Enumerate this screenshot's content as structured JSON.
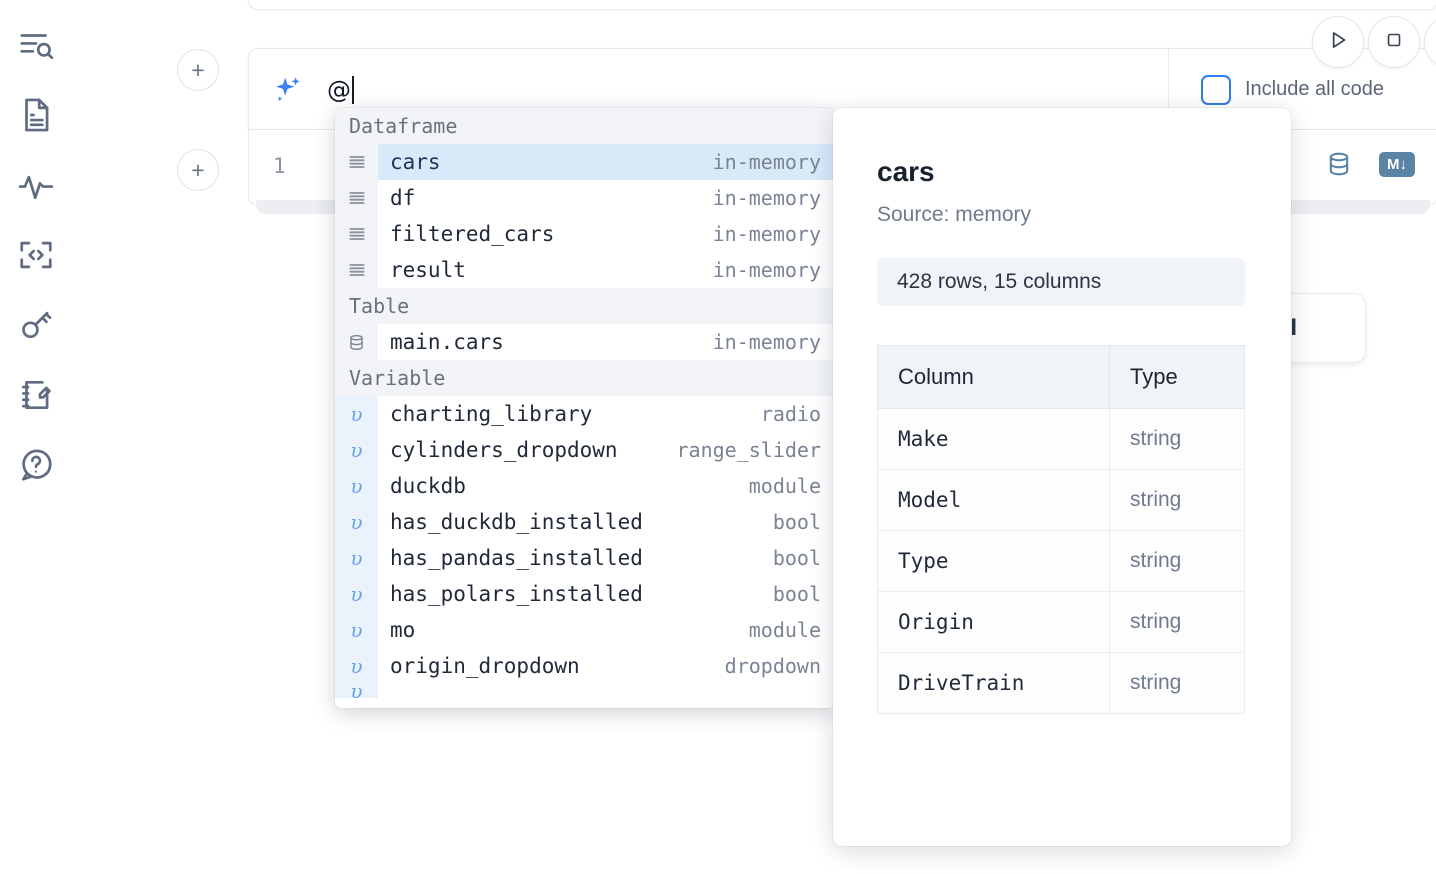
{
  "sidebar": {
    "items": [
      {
        "name": "outline-search-icon",
        "label": "Explore"
      },
      {
        "name": "file-document-icon",
        "label": "Notebook file"
      },
      {
        "name": "activity-pulse-icon",
        "label": "Activity"
      },
      {
        "name": "code-snippet-icon",
        "label": "Snippets"
      },
      {
        "name": "key-icon",
        "label": "Secrets"
      },
      {
        "name": "scratchpad-edit-icon",
        "label": "Scratchpad"
      },
      {
        "name": "help-chat-icon",
        "label": "Help"
      }
    ]
  },
  "toolbar": {
    "run_label": "Run",
    "stop_label": "Interrupt",
    "add_cell_label": "+"
  },
  "ai_cell": {
    "prompt_value": "@",
    "include_all_code_label": "Include all code",
    "include_all_code_checked": false,
    "sparkle_icon": "sparkle-ai-icon"
  },
  "code_cell": {
    "line_number": "1",
    "database_icon": "database-icon",
    "markdown_icon": "markdown-icon",
    "markdown_label": "M"
  },
  "ai_button_occluded": {
    "label": "AI"
  },
  "autocomplete": {
    "sections": [
      {
        "title": "Dataframe",
        "icon": "dataframe-lines-icon",
        "items": [
          {
            "name": "cars",
            "type": "in-memory",
            "selected": true
          },
          {
            "name": "df",
            "type": "in-memory",
            "selected": false
          },
          {
            "name": "filtered_cars",
            "type": "in-memory",
            "selected": false
          },
          {
            "name": "result",
            "type": "in-memory",
            "selected": false
          }
        ]
      },
      {
        "title": "Table",
        "icon": "database-icon",
        "items": [
          {
            "name": "main.cars",
            "type": "in-memory",
            "selected": false
          }
        ]
      },
      {
        "title": "Variable",
        "icon": "variable-icon",
        "items": [
          {
            "name": "charting_library",
            "type": "radio",
            "selected": false
          },
          {
            "name": "cylinders_dropdown",
            "type": "range_slider",
            "selected": false
          },
          {
            "name": "duckdb",
            "type": "module",
            "selected": false
          },
          {
            "name": "has_duckdb_installed",
            "type": "bool",
            "selected": false
          },
          {
            "name": "has_pandas_installed",
            "type": "bool",
            "selected": false
          },
          {
            "name": "has_polars_installed",
            "type": "bool",
            "selected": false
          },
          {
            "name": "mo",
            "type": "module",
            "selected": false
          },
          {
            "name": "origin_dropdown",
            "type": "dropdown",
            "selected": false
          }
        ]
      }
    ]
  },
  "doc_panel": {
    "title": "cars",
    "source": "Source: memory",
    "shape": "428 rows, 15 columns",
    "table": {
      "headers": [
        "Column",
        "Type"
      ],
      "rows": [
        [
          "Make",
          "string"
        ],
        [
          "Model",
          "string"
        ],
        [
          "Type",
          "string"
        ],
        [
          "Origin",
          "string"
        ],
        [
          "DriveTrain",
          "string"
        ]
      ]
    }
  },
  "colors": {
    "accent_blue": "#3b82f6",
    "selection_blue": "#d8e9fa",
    "icon_slate": "#5f6b80",
    "cell_icon_blue": "#5a83a6",
    "panel_gray": "#f0f3f8"
  }
}
